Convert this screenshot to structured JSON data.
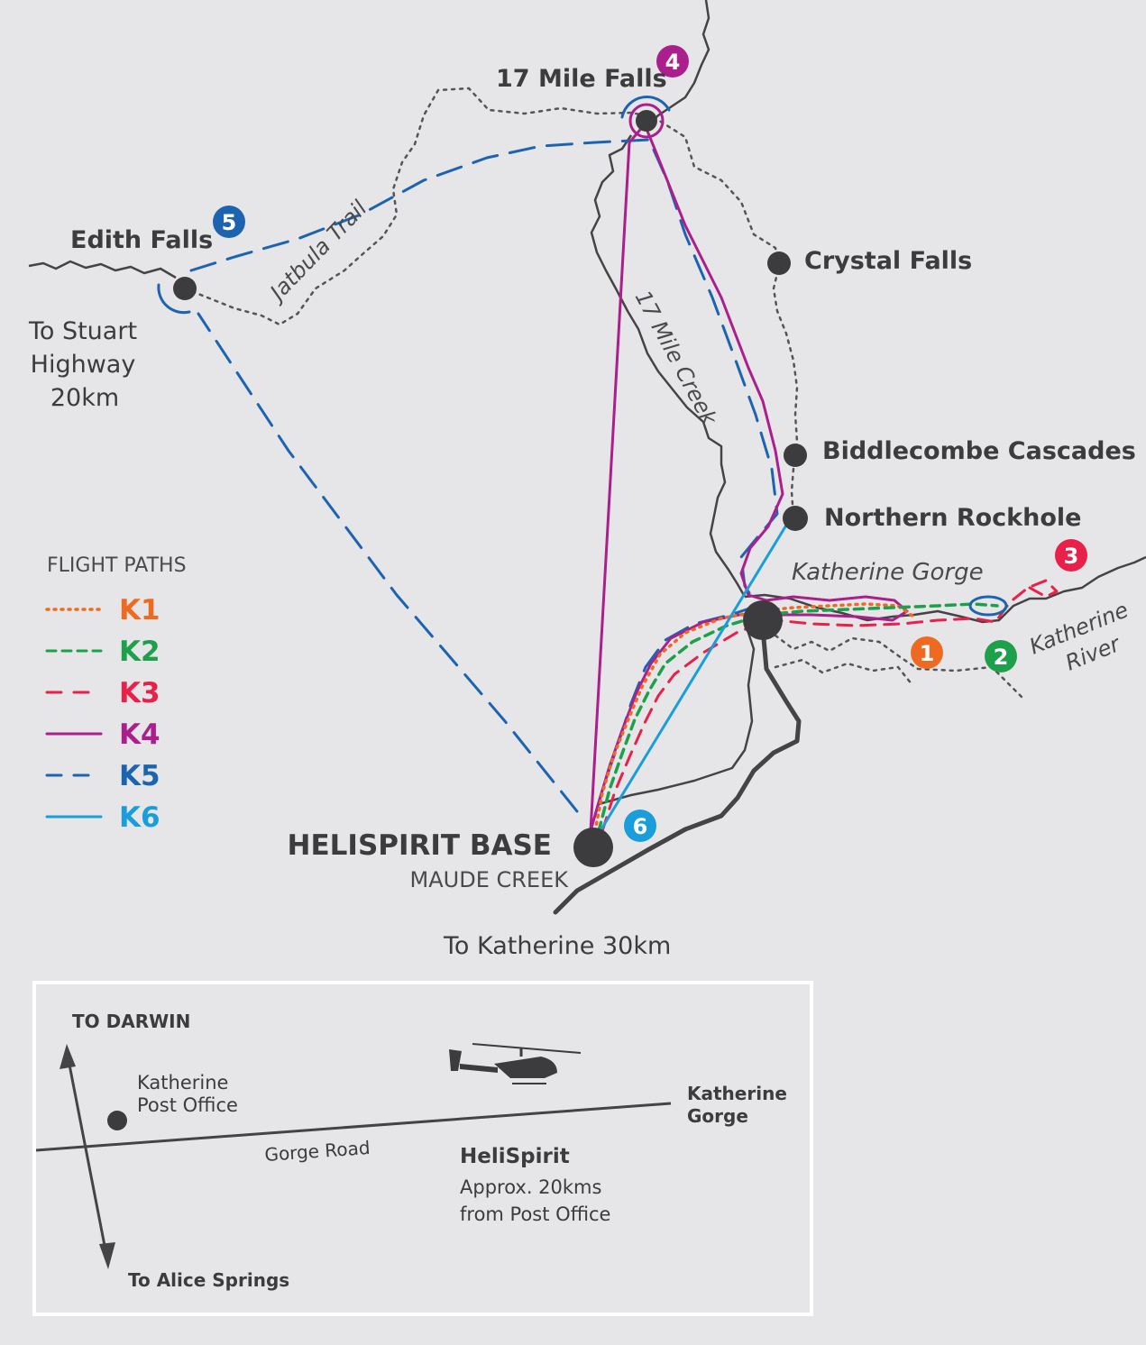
{
  "places": {
    "edith_falls": "Edith Falls",
    "seventeen_mile_falls": "17 Mile Falls",
    "crystal_falls": "Crystal Falls",
    "biddlecombe": "Biddlecombe Cascades",
    "northern_rockhole": "Northern Rockhole",
    "katherine_gorge": "Katherine Gorge",
    "katherine_river_1": "Katherine",
    "katherine_river_2": "River",
    "seventeen_mile_creek": "17 Mile Creek",
    "jatbula_trail": "Jatbula Trail",
    "stuart_1": "To Stuart",
    "stuart_2": "Highway",
    "stuart_3": "20km",
    "base_title": "HELISPIRIT BASE",
    "base_sub": "MAUDE CREEK",
    "to_katherine": "To Katherine 30km"
  },
  "badges": [
    {
      "num": "1",
      "color": "#ef6a21"
    },
    {
      "num": "2",
      "color": "#1ea04b"
    },
    {
      "num": "3",
      "color": "#e8204a"
    },
    {
      "num": "4",
      "color": "#ab1f8c"
    },
    {
      "num": "5",
      "color": "#1d64b0"
    },
    {
      "num": "6",
      "color": "#1a9edb"
    }
  ],
  "legend": {
    "title": "FLIGHT PATHS",
    "items": [
      {
        "label": "K1",
        "color": "#ef6a21",
        "style": "dotted"
      },
      {
        "label": "K2",
        "color": "#1ea04b",
        "style": "dashed"
      },
      {
        "label": "K3",
        "color": "#e8204a",
        "style": "long-dash"
      },
      {
        "label": "K4",
        "color": "#ab1f8c",
        "style": "solid"
      },
      {
        "label": "K5",
        "color": "#1d64b0",
        "style": "long-dash"
      },
      {
        "label": "K6",
        "color": "#1a9edb",
        "style": "solid"
      }
    ]
  },
  "inset": {
    "to_darwin": "TO DARWIN",
    "to_alice": "To Alice Springs",
    "post_office_1": "Katherine",
    "post_office_2": "Post Office",
    "gorge_1": "Katherine",
    "gorge_2": "Gorge",
    "gorge_road": "Gorge Road",
    "helispirit": "HeliSpirit",
    "approx_1": "Approx. 20kms",
    "approx_2": "from Post Office",
    "helicopter_icon": "helicopter-icon"
  }
}
